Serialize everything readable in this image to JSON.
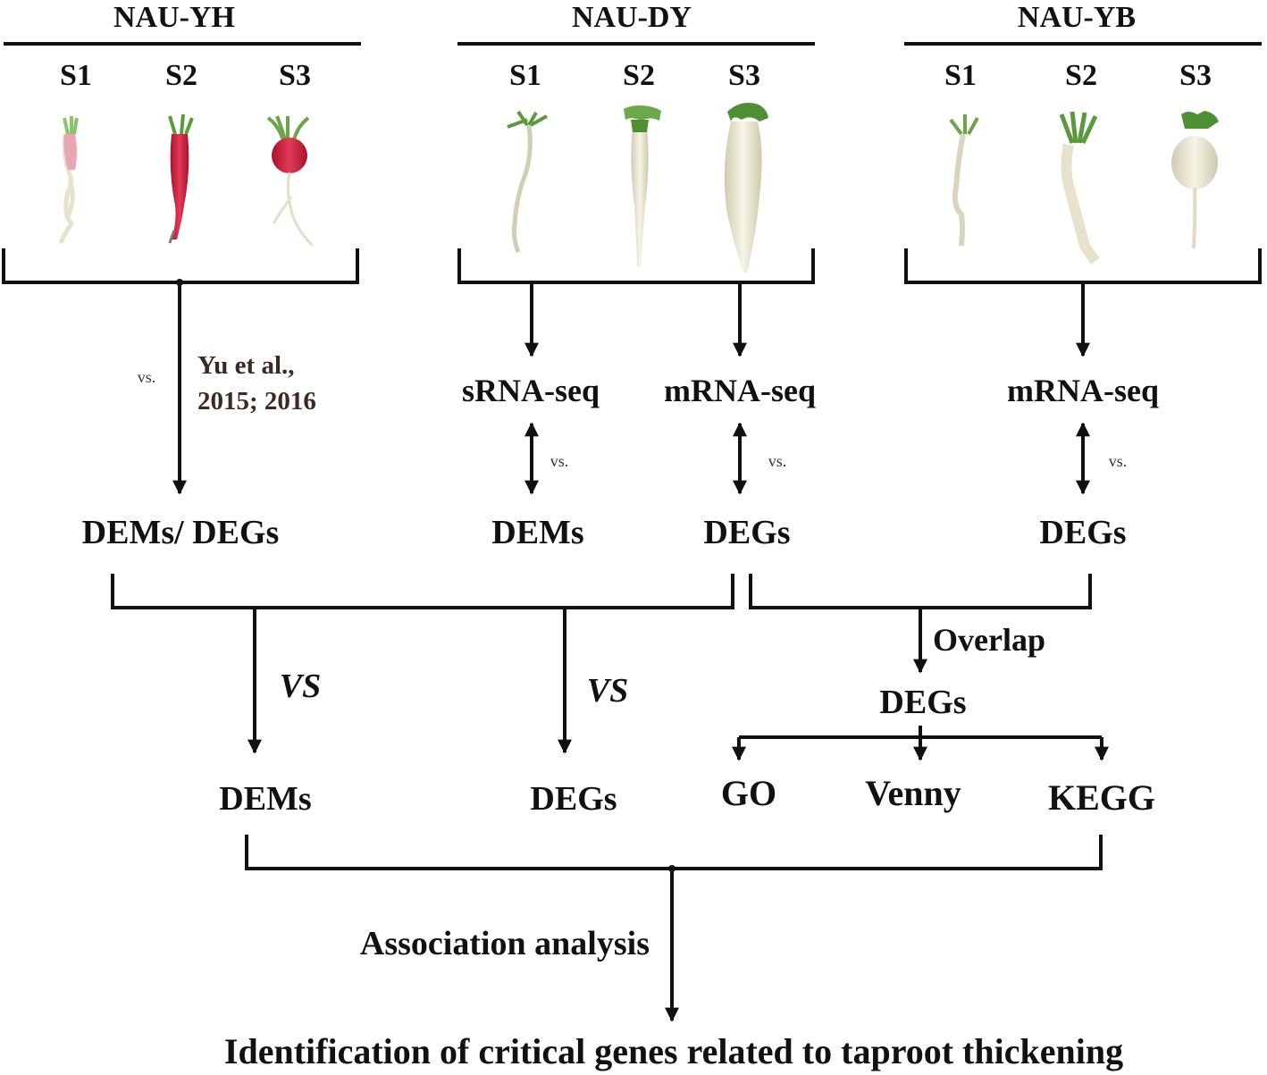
{
  "cultivars": [
    {
      "name": "NAU-YH",
      "stages": [
        "S1",
        "S2",
        "S3"
      ]
    },
    {
      "name": "NAU-DY",
      "stages": [
        "S1",
        "S2",
        "S3"
      ]
    },
    {
      "name": "NAU-YB",
      "stages": [
        "S1",
        "S2",
        "S3"
      ]
    }
  ],
  "vs_small": "vs.",
  "vs_italic": "VS",
  "reference": {
    "line1": "Yu et al.,",
    "line2": "2015; 2016"
  },
  "sequencing": {
    "srna": "sRNA-seq",
    "mrna": "mRNA-seq"
  },
  "results": {
    "dems_degs": "DEMs/ DEGs",
    "dems": "DEMs",
    "degs": "DEGs"
  },
  "overlap": "Overlap",
  "analyses": {
    "go": "GO",
    "venny": "Venny",
    "kegg": "KEGG"
  },
  "association": "Association analysis",
  "final": "Identification of critical genes related to taproot thickening",
  "colors": {
    "red_radish": "#d0213e",
    "white_radish": "#efecd6",
    "leaf_green": "#5b9a3c"
  }
}
